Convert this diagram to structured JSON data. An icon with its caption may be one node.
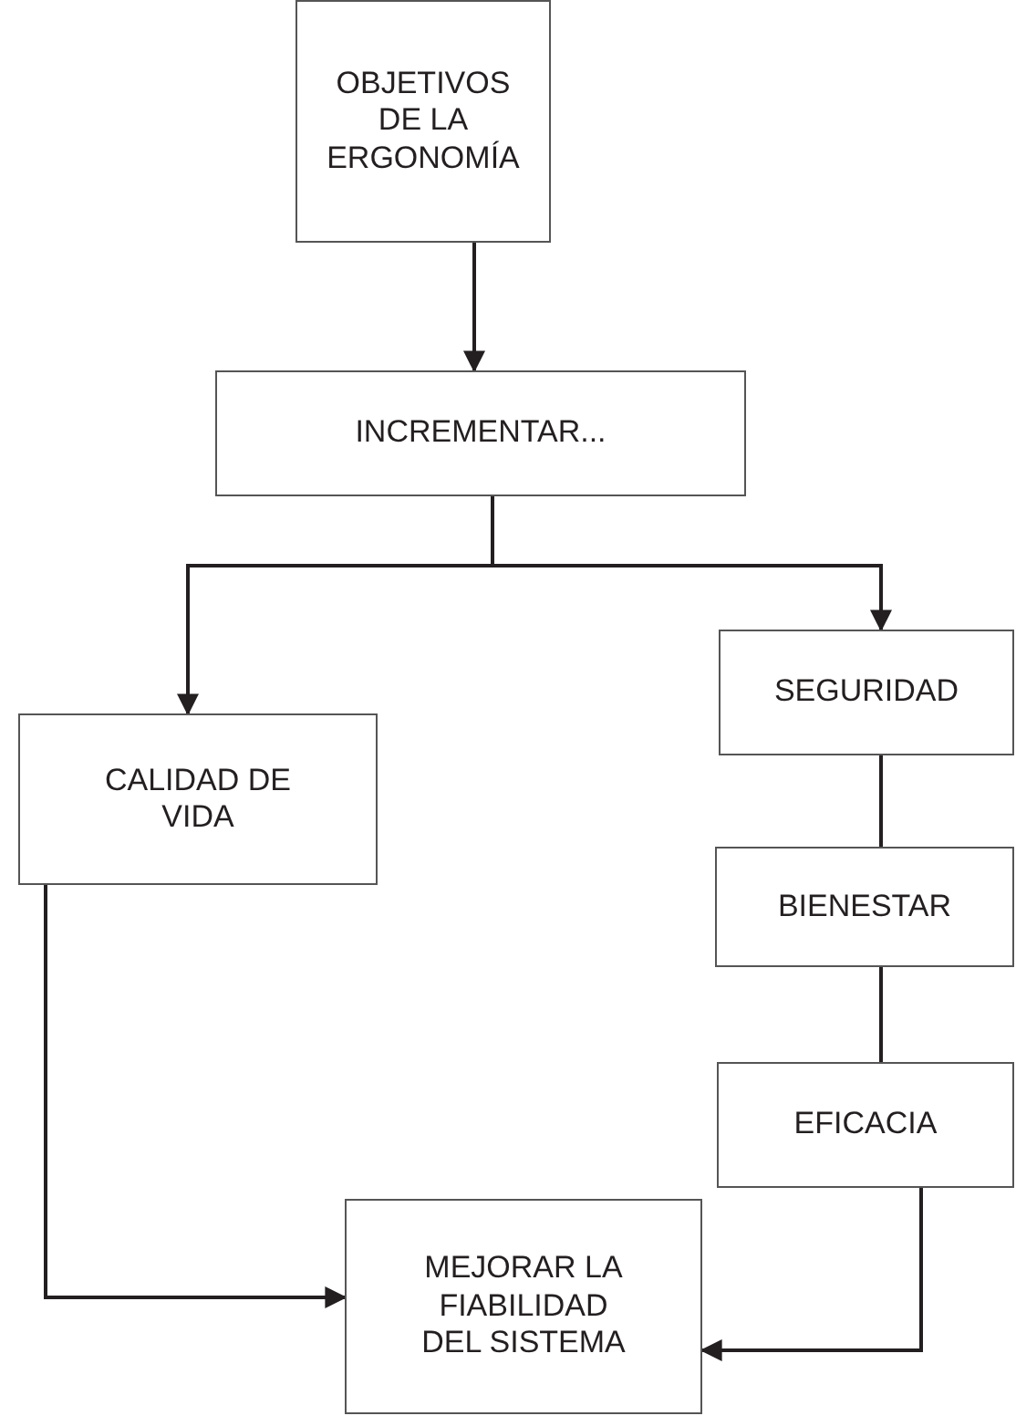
{
  "diagram": {
    "nodes": [
      {
        "text": [
          "OBJETIVOS DE LA ERGONOMÍA"
        ]
      },
      {
        "text": [
          "INCREMENTAR..."
        ]
      },
      {
        "text": [
          "CALIDAD DE VIDA"
        ]
      },
      {
        "text": [
          "SEGURIDAD"
        ]
      },
      {
        "text": [
          "BIENESTAR"
        ]
      },
      {
        "text": [
          "EFICACIA"
        ]
      },
      {
        "text": [
          "MEJORAR LA FIABILIDAD DEL SISTEMA"
        ]
      }
    ],
    "edges": [
      {
        "from": 0,
        "to": 1,
        "arrow": "to"
      },
      {
        "from": 1,
        "to": 2,
        "arrow": "to"
      },
      {
        "from": 1,
        "to": 3,
        "arrow": "to"
      },
      {
        "from": 3,
        "to": 4,
        "arrow": "none"
      },
      {
        "from": 4,
        "to": 5,
        "arrow": "none"
      },
      {
        "from": 2,
        "to": 6,
        "arrow": "to"
      },
      {
        "from": 5,
        "to": 6,
        "arrow": "to"
      }
    ]
  }
}
